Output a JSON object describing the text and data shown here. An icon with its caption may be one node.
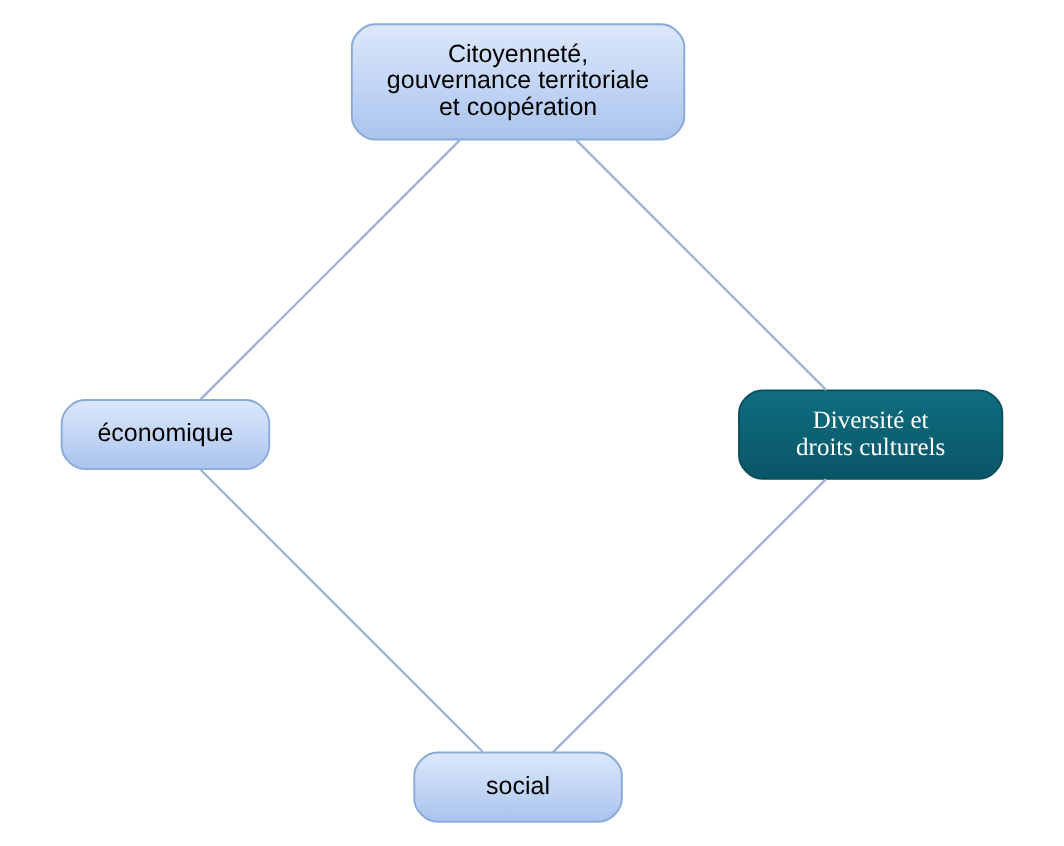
{
  "diagram": {
    "nodes": [
      {
        "text": [
          "social"
        ]
      },
      {
        "text": [
          "économique"
        ]
      },
      {
        "text": [
          "Citoyenneté, gouvernance territoriale et coopération"
        ]
      },
      {
        "text": [
          "Diversité et droits culturels"
        ]
      }
    ],
    "edges": [
      {
        "from": 0,
        "to": 1,
        "arrow": "none"
      },
      {
        "from": 1,
        "to": 2,
        "arrow": "none"
      },
      {
        "from": 2,
        "to": 3,
        "arrow": "none"
      },
      {
        "from": 3,
        "to": 0,
        "arrow": "none"
      }
    ]
  }
}
